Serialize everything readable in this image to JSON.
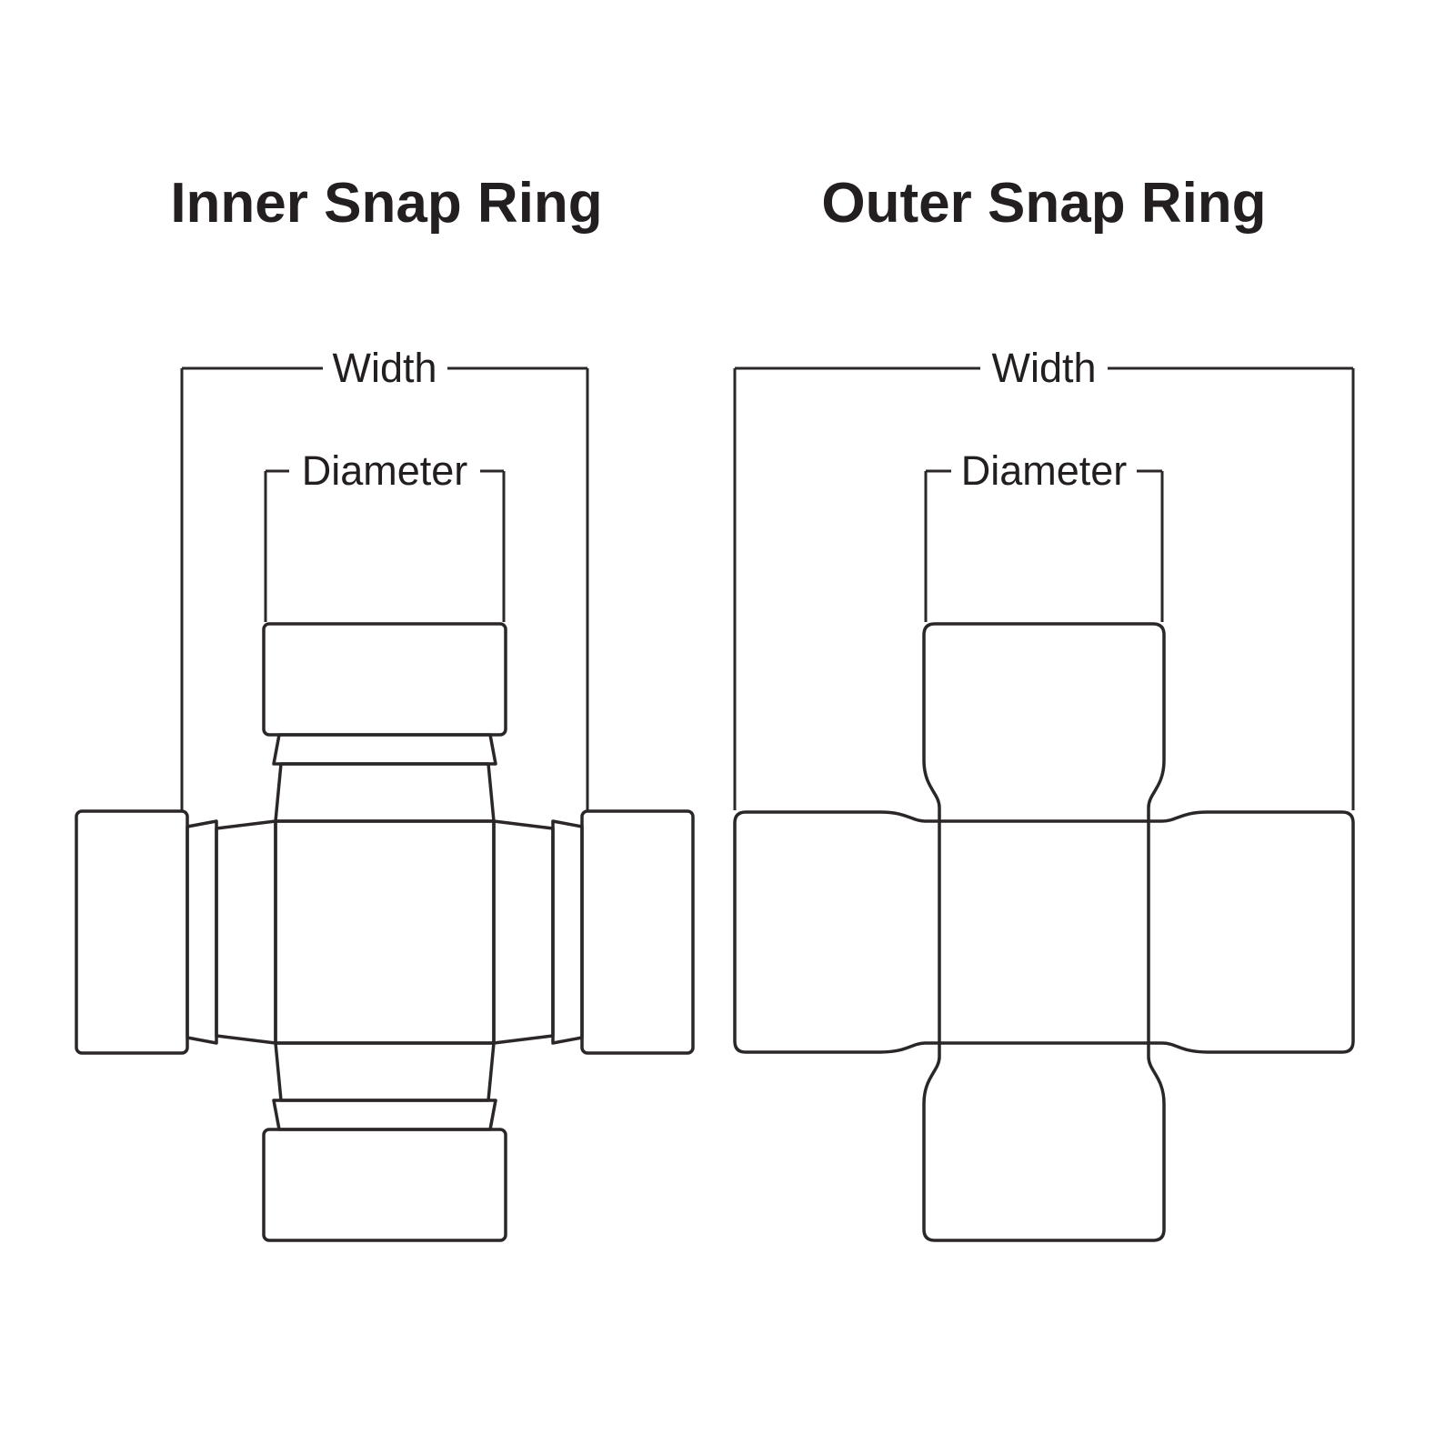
{
  "colors": {
    "background": "#ffffff",
    "line": "#2b2728",
    "text": "#231f20"
  },
  "diagrams": [
    {
      "id": "inner-snap-ring",
      "title": "Inner Snap Ring",
      "labels": {
        "width": "Width",
        "diameter": "Diameter"
      }
    },
    {
      "id": "outer-snap-ring",
      "title": "Outer Snap Ring",
      "labels": {
        "width": "Width",
        "diameter": "Diameter"
      }
    }
  ]
}
